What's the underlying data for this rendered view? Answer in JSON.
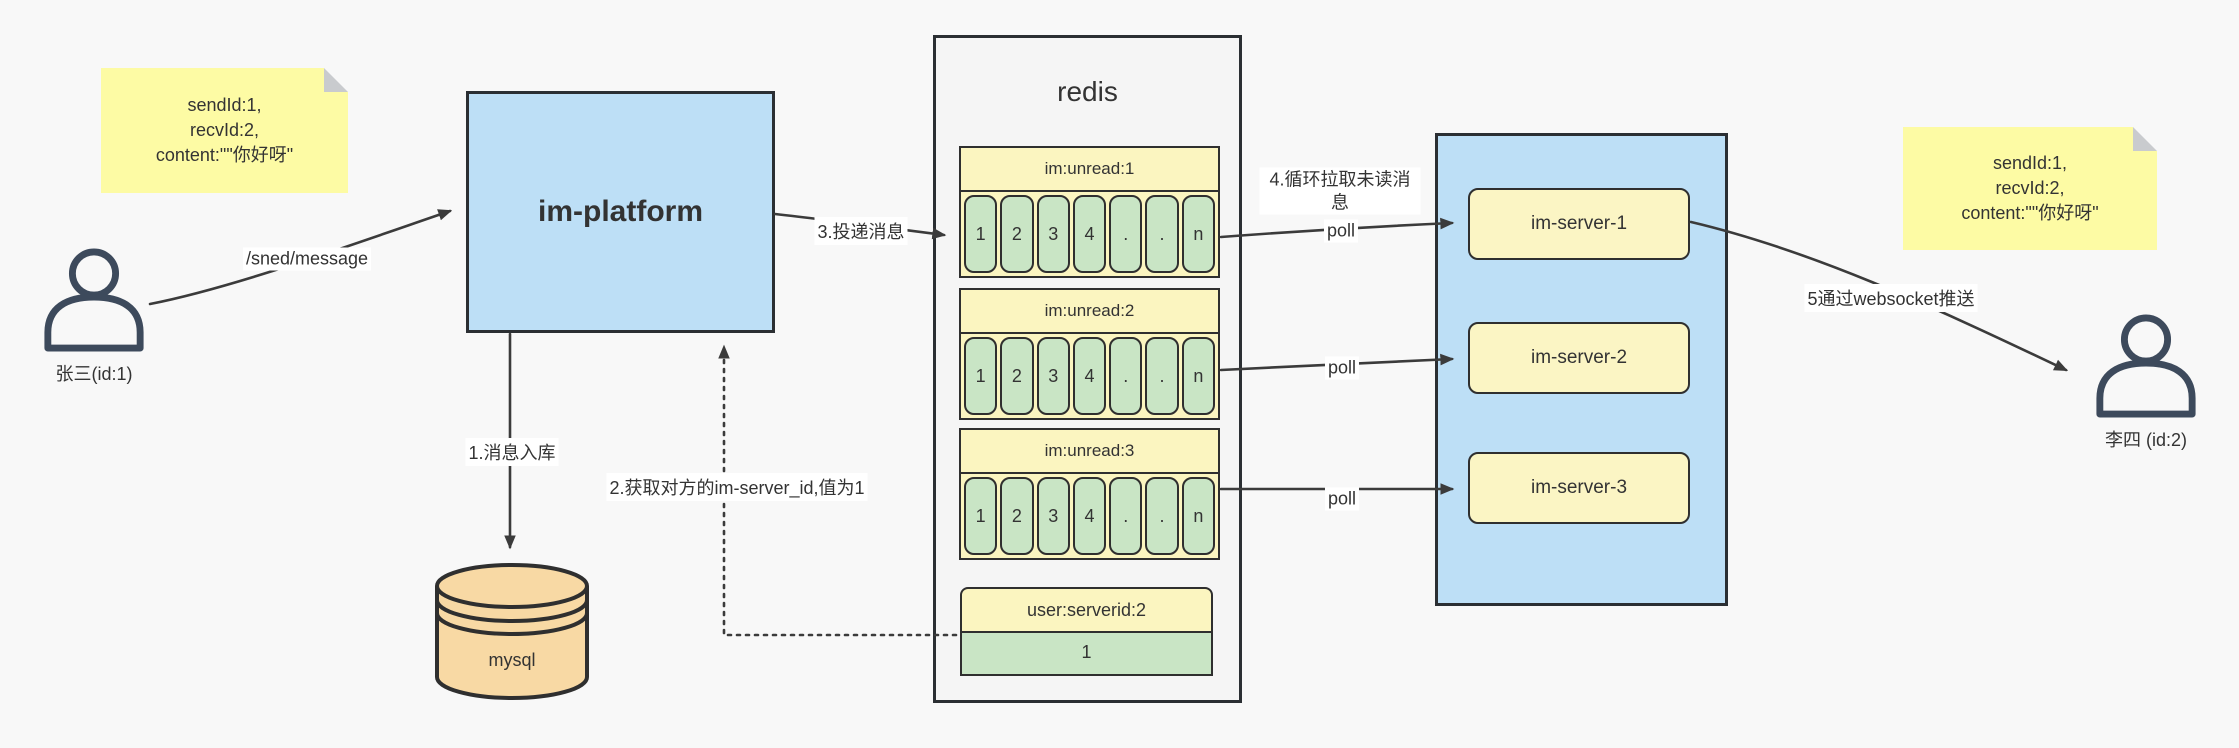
{
  "diagram": {
    "sticky_left": {
      "lines": [
        "sendId:1,",
        "recvId:2,",
        "content:\"\"你好呀\""
      ]
    },
    "sticky_right": {
      "lines": [
        "sendId:1,",
        "recvId:2,",
        "content:\"\"你好呀\""
      ]
    },
    "sender": {
      "label": "张三(id:1)"
    },
    "receiver": {
      "label": "李四 (id:2)"
    },
    "platform": {
      "label": "im-platform"
    },
    "database": {
      "label": "mysql"
    },
    "redis": {
      "title": "redis",
      "lists": [
        {
          "header": "im:unread:1",
          "cells": [
            "1",
            "2",
            "3",
            "4",
            ".",
            ".",
            "n"
          ]
        },
        {
          "header": "im:unread:2",
          "cells": [
            "1",
            "2",
            "3",
            "4",
            ".",
            ".",
            "n"
          ]
        },
        {
          "header": "im:unread:3",
          "cells": [
            "1",
            "2",
            "3",
            "4",
            ".",
            ".",
            "n"
          ]
        }
      ],
      "mapping": {
        "header": "user:serverid:2",
        "value": "1"
      }
    },
    "cluster": {
      "servers": [
        {
          "label": "im-server-1"
        },
        {
          "label": "im-server-2"
        },
        {
          "label": "im-server-3"
        }
      ]
    },
    "edges": {
      "send_message": "/sned/message",
      "step1": "1.消息入库",
      "step2": "2.获取对方的im-server_id,值为1",
      "step3": "3.投递消息",
      "step4": "4.循环拉取未读消息",
      "step5": "5通过websocket推送",
      "poll1": "poll",
      "poll2": "poll",
      "poll3": "poll"
    },
    "colors": {
      "note_yellow": "#fdfba4",
      "box_blue": "#bddff6",
      "box_yellow": "#fbf5c4",
      "cell_green": "#c9e5c5",
      "db_orange": "#f8d9a4",
      "redis_bg": "#f5f5f5",
      "canvas_bg": "#f8f8f8",
      "stroke": "#3b3b3b"
    }
  }
}
